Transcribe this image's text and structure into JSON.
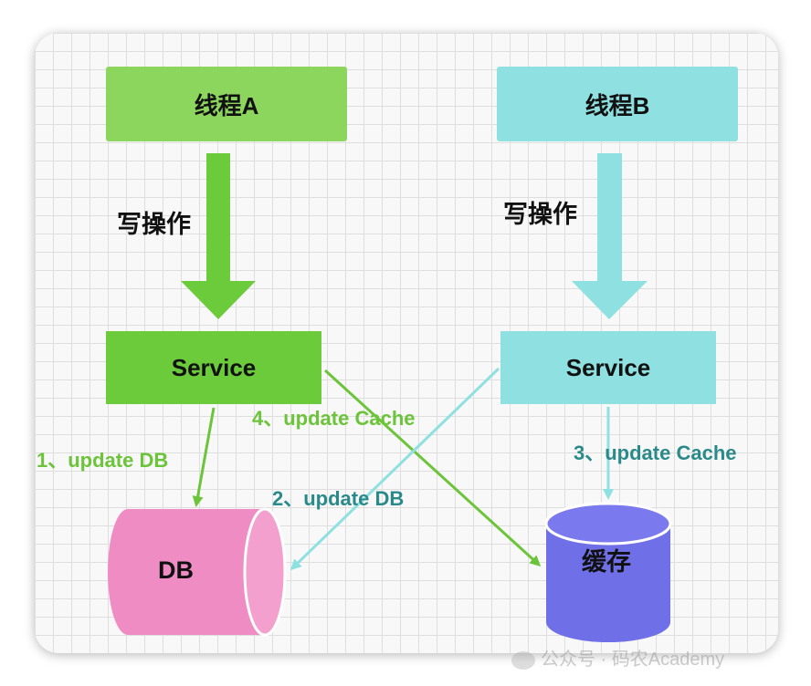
{
  "thread_a": {
    "label": "线程A"
  },
  "thread_b": {
    "label": "线程B"
  },
  "service_a": {
    "label": "Service"
  },
  "service_b": {
    "label": "Service"
  },
  "write_op_a": "写操作",
  "write_op_b": "写操作",
  "steps": {
    "s1": "1、update DB",
    "s2": "2、update DB",
    "s3": "3、update Cache",
    "s4": "4、update Cache"
  },
  "db": {
    "label": "DB"
  },
  "cache": {
    "label": "缓存"
  },
  "watermark": "公众号 · 码农Academy",
  "colors": {
    "green": "#6ccb3a",
    "green_light": "#8dd65e",
    "cyan": "#8fe0e0",
    "pink": "#f08cc4",
    "blue": "#6f6fe8",
    "teal_text": "#2a8a8a"
  }
}
